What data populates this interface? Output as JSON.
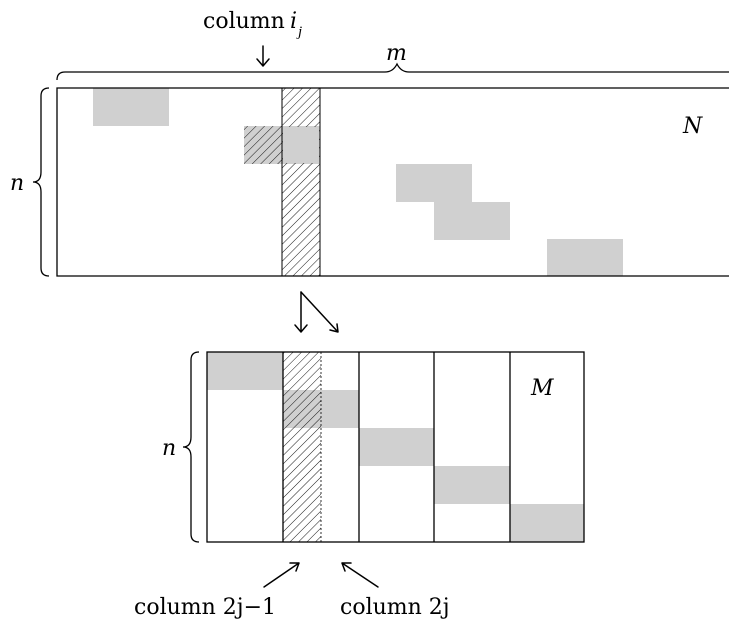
{
  "top_matrix": {
    "name": "N",
    "rows_label": "n",
    "cols_label": "m",
    "column_pointer": {
      "word": "column",
      "var": "i",
      "sub": "j"
    }
  },
  "bottom_matrix": {
    "name": "M",
    "rows_label": "n",
    "left_column_label": "column 2j−1",
    "right_column_label": "column 2j"
  }
}
